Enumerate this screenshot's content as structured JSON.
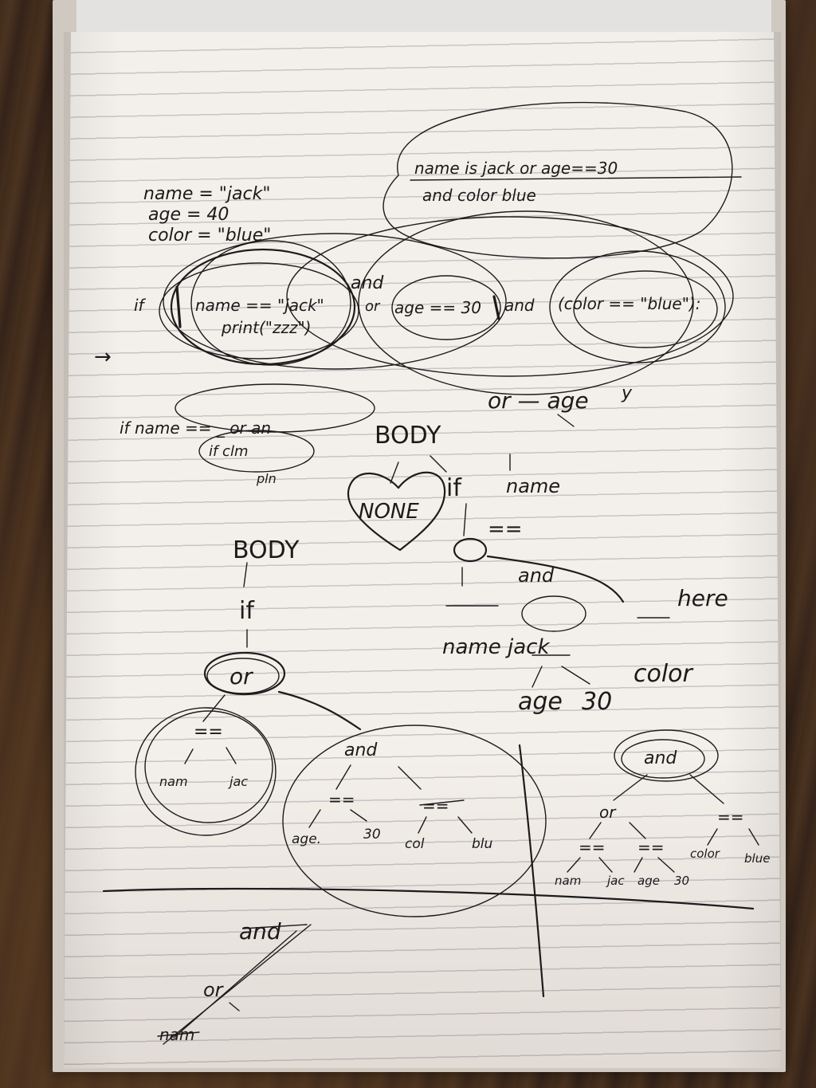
{
  "scene": {
    "paper_color": "#f3efea",
    "ink_color": "#1d1b1c",
    "line_color": "#c9c4c6"
  },
  "code": {
    "line1": "name = \"jack\"",
    "line2": "age = 40",
    "line3": "color = \"blue\"",
    "if_prefix": "if",
    "cond1": "name == \"jack\"",
    "op_or": "or",
    "cond2": "age == 30",
    "op_and": "and",
    "cond3": "(color == \"blue\"):",
    "body_line": "print(\"zzz\")",
    "above_and": "and",
    "arrow": "→"
  },
  "top_note": {
    "line1": "name is jack or age==30",
    "line2": "and color blue"
  },
  "mid_left": {
    "line1": "if name == _ or an",
    "line2": "if clm",
    "line3": "pln"
  },
  "tree_heart": {
    "body": "BODY",
    "none": "NONE",
    "if": "if",
    "or_age": "or — age",
    "y": "y",
    "name": "name",
    "eq": "==",
    "and": "and",
    "name_jack": "name jack",
    "here": "here",
    "age": "age",
    "thirty": "30",
    "color": "color"
  },
  "tree_left": {
    "body": "BODY",
    "if": "if",
    "or": "or",
    "eq1": "==",
    "nam": "nam",
    "jac": "jac",
    "and": "and",
    "eq2": "==",
    "age": "age.",
    "thirty": "30",
    "eq3": "==",
    "col": "col",
    "blu": "blu"
  },
  "tree_right": {
    "and": "and",
    "or": "or",
    "eq1": "==",
    "eq2": "==",
    "eq3": "==",
    "nam": "nam",
    "jac": "jac",
    "age": "age",
    "thirty": "30",
    "color": "color",
    "blue": "blue"
  },
  "tree_bottom": {
    "and": "and",
    "or": "or",
    "nam": "nam"
  }
}
